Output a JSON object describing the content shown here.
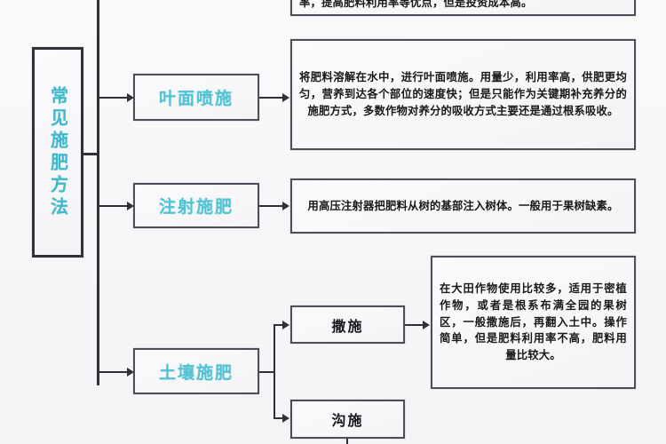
{
  "diagram": {
    "title": "常见施肥方法",
    "root": {
      "label": "常见施肥方法"
    },
    "methods": [
      {
        "id": "foliar",
        "label": "叶面喷施",
        "description": "将肥料溶解在水中，进行叶面喷施。用量少，利用率高，供肥更均匀，营养到达各个部位的速度快；但是只能作为关键期补充养分的施肥方式，多数作物对养分的吸收方式主要还是通过根系吸收。"
      },
      {
        "id": "injection",
        "label": "注射施肥",
        "description": "用高压注射器把肥料从树的基部注入树体。一般用于果树缺素。"
      },
      {
        "id": "soil",
        "label": "土壤施肥",
        "description": ""
      }
    ],
    "soil_children": [
      {
        "id": "broadcast",
        "label": "撒施",
        "description": "在大田作物使用比较多，适用于密植作物，或者是根系布满全园的果树区，一般撒施后，再翻入土中。操作简单，但是肥料利用率不高，肥料用量比较大。"
      },
      {
        "id": "furrow",
        "label": "沟施",
        "description": ""
      }
    ],
    "clipped_top_description": "率，提高肥料利用率等优点，但是投资成本高。",
    "colors": {
      "accent_cyan": "#52c3d3",
      "line": "#2e3237",
      "border": "#4b4f57",
      "background": "#f6f5f7",
      "text_dark": "#17181a"
    }
  }
}
